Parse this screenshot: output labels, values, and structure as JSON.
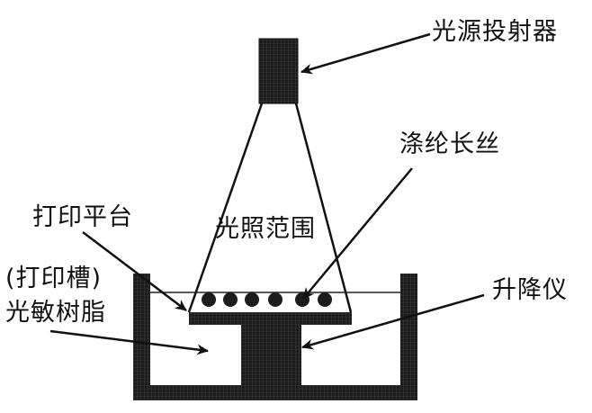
{
  "diagram": {
    "title": "",
    "labels": {
      "projector": "光源投射器",
      "polyester_filament": "涤纶长丝",
      "print_platform": "打印平台",
      "illumination_range": "光照范围",
      "tank_line1": "(打印槽)",
      "tank_line2": "光敏树脂",
      "lifter": "升降仪"
    },
    "filament_count": 6,
    "colors": {
      "fill_dark": "#1a1a1a",
      "line": "#111111",
      "background": "#ffffff"
    }
  }
}
